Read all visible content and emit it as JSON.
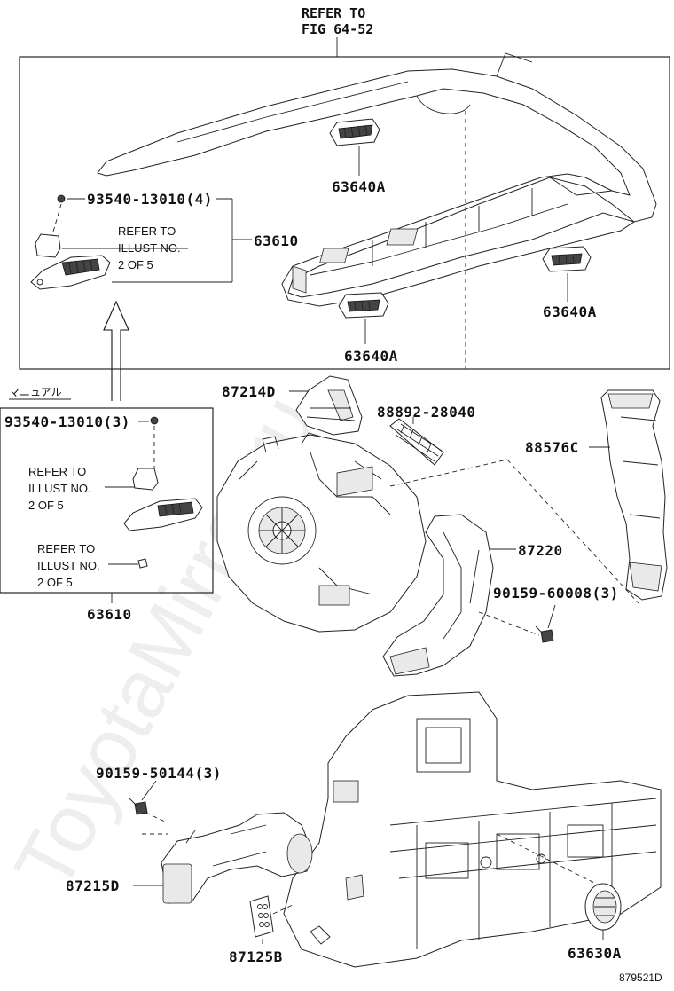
{
  "watermark": "ToyotaMirror.ru",
  "figure_code": "879521D",
  "refer_fig": {
    "line1": "REFER TO",
    "line2": "FIG 64-52"
  },
  "manual_label": "マニュアル",
  "parts": {
    "p63640A_1": "63640A",
    "p63640A_2": "63640A",
    "p63640A_3": "63640A",
    "p93540_top": "93540-13010(4)",
    "p63610_top": "63610",
    "p93540_left": "93540-13010(3)",
    "p63610_left": "63610",
    "p87214D": "87214D",
    "p88892": "88892-28040",
    "p88576C": "88576C",
    "p87220": "87220",
    "p90159_60008": "90159-60008(3)",
    "p90159_50144": "90159-50144(3)",
    "p87215D": "87215D",
    "p87125B": "87125B",
    "p63630A": "63630A"
  },
  "notes": {
    "top_note": {
      "l1": "REFER TO",
      "l2": "ILLUST NO.",
      "l3": "2 OF 5"
    },
    "left_note_a": {
      "l1": "REFER TO",
      "l2": "ILLUST NO.",
      "l3": "2 OF 5"
    },
    "left_note_b": {
      "l1": "REFER TO",
      "l2": "ILLUST NO.",
      "l3": "2 OF 5"
    }
  }
}
